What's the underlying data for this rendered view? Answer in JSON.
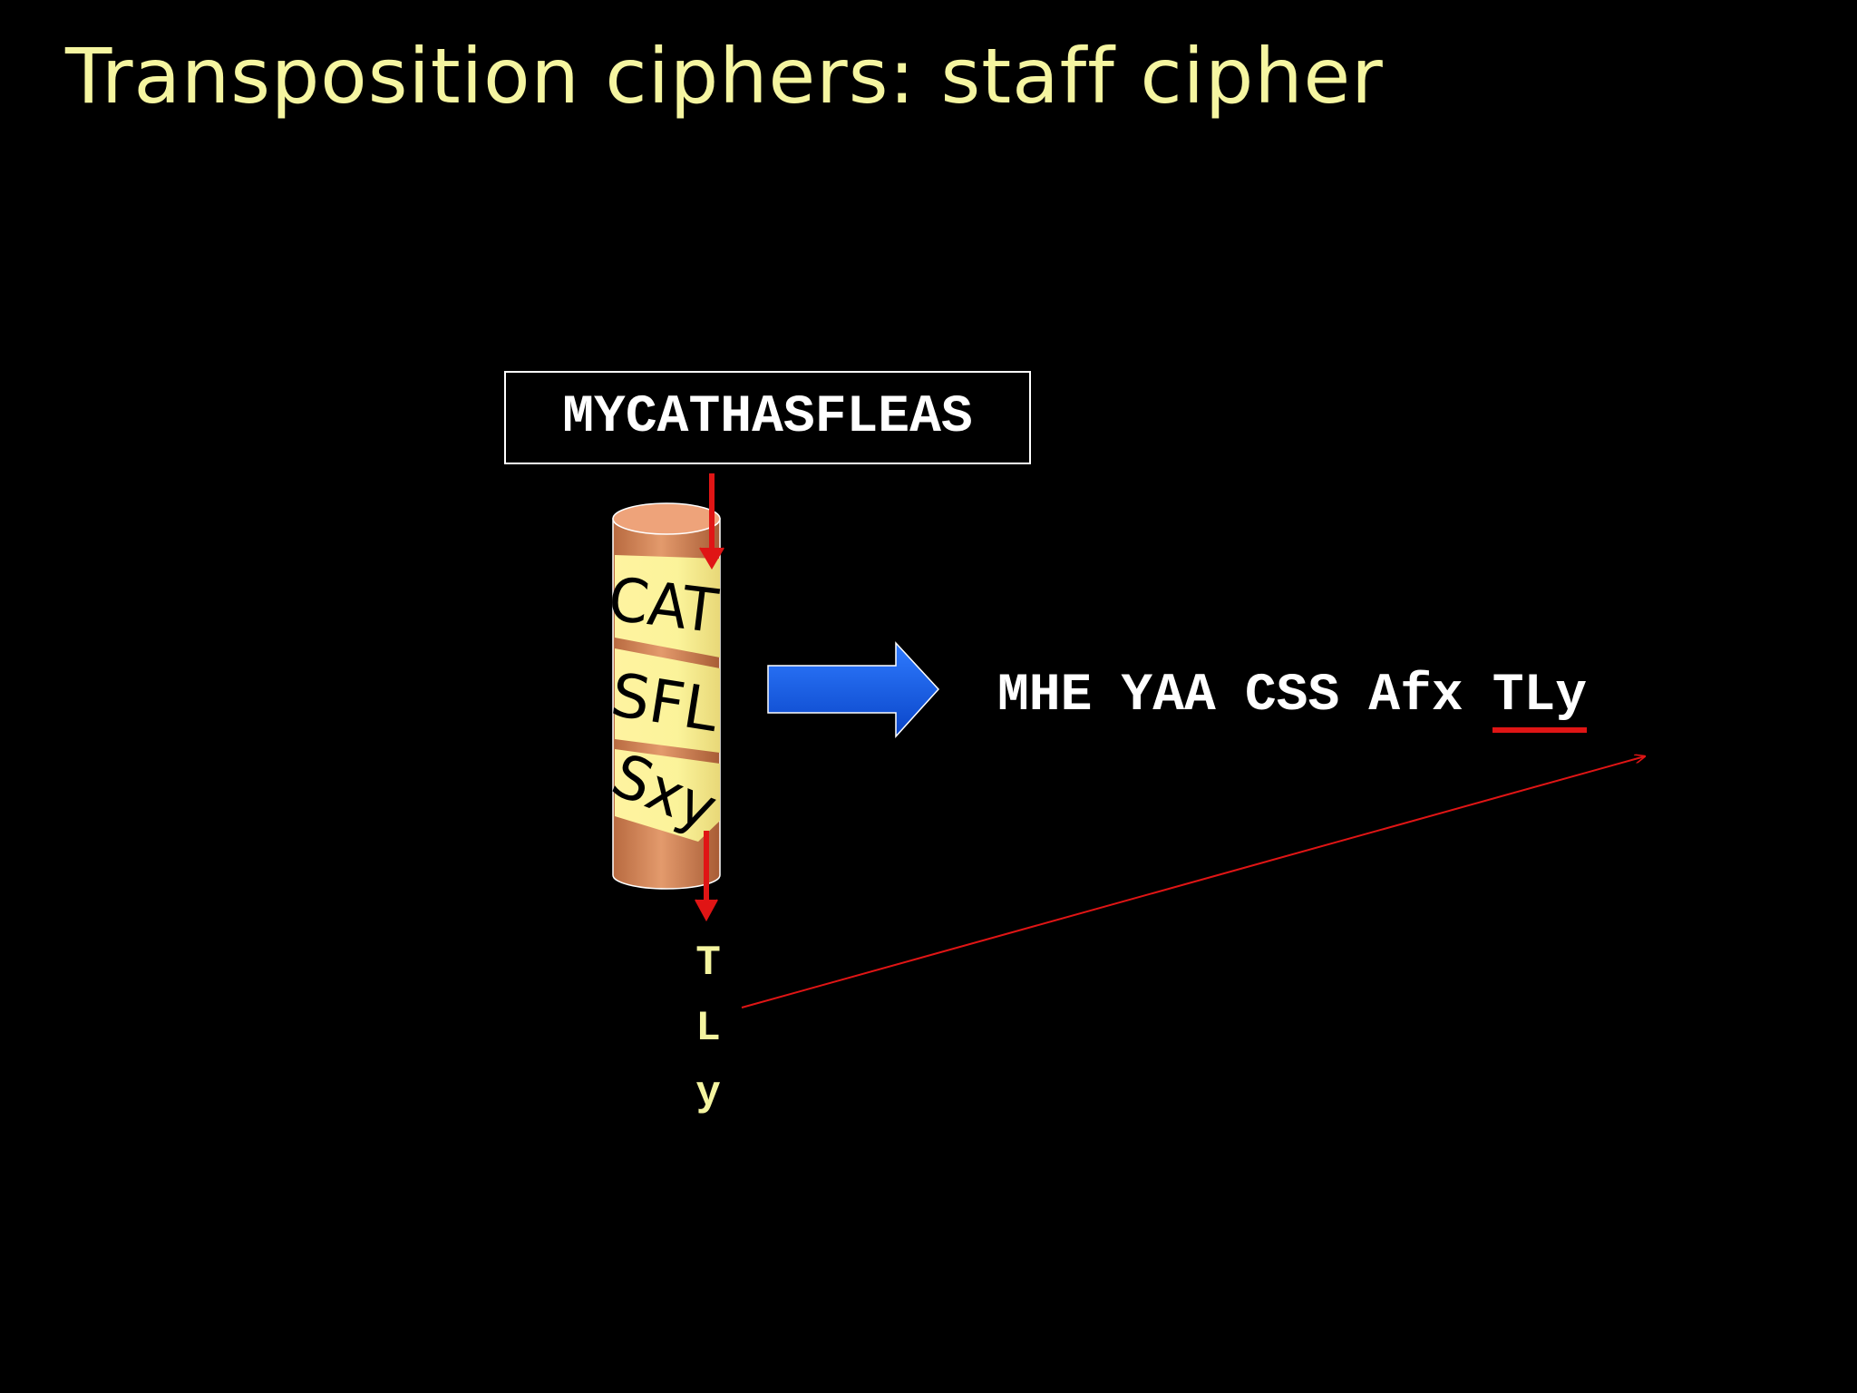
{
  "slide": {
    "title": "Transposition ciphers: staff cipher",
    "title_color": "#f5f5a0"
  },
  "plaintext": {
    "text": "MYCATHASFLEAS",
    "color": "#ffffff",
    "border_color": "#ffffff"
  },
  "staff": {
    "rows": [
      "CAT",
      "SFL",
      "Sxy"
    ],
    "wood_color": "#c7744a",
    "ribbon_color": "#fbf39a"
  },
  "ciphertext": {
    "groups": [
      "MHE",
      "YAA",
      "CSS",
      "Afx",
      "TLy"
    ],
    "color": "#ffffff",
    "highlighted_group": "TLy",
    "highlight_color": "#e01515"
  },
  "column_output": {
    "letters": [
      "T",
      "L",
      "y"
    ],
    "color": "#f5f5a0"
  },
  "arrow": {
    "color": "#1a5fe8"
  },
  "pointer_color": "#e01515"
}
